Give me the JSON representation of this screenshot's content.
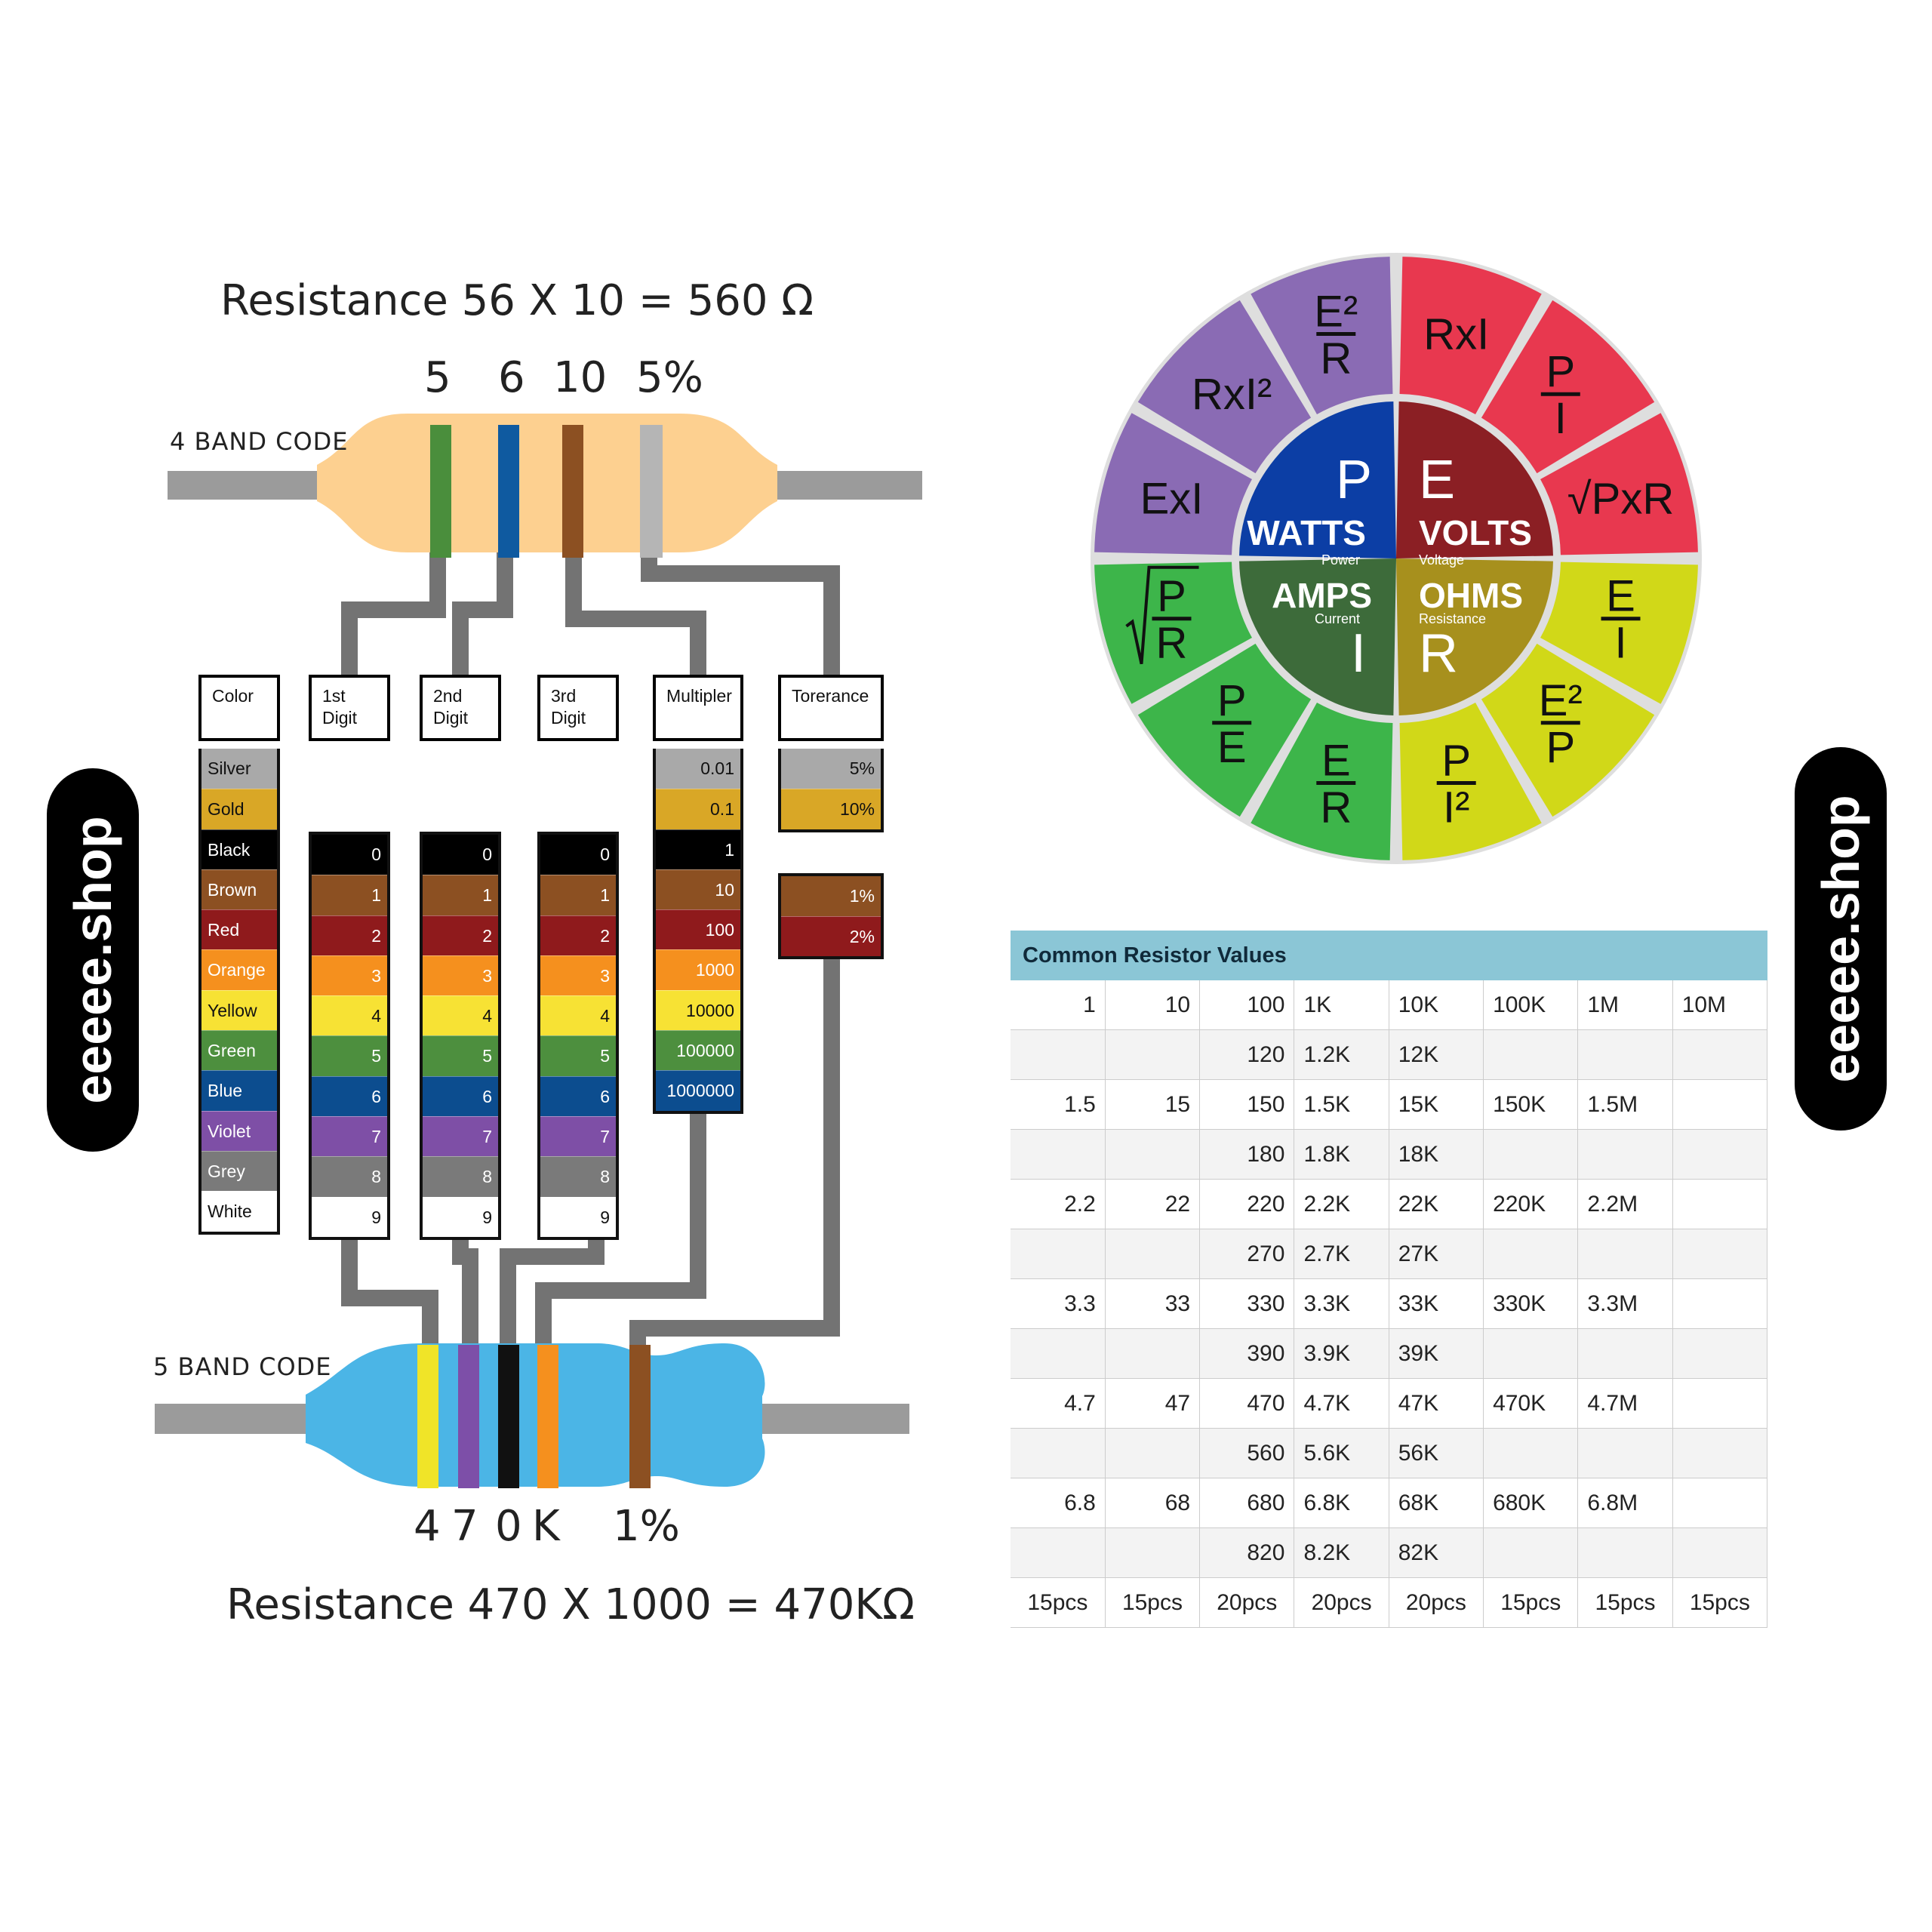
{
  "resistor4": {
    "title": "Resistance 56 X 10 = 560 Ω",
    "code_label": "4 BAND CODE",
    "band_labels": [
      "5",
      "6",
      "10",
      "5%"
    ],
    "body_color": "#fdd090",
    "bands": [
      "#4a8e3c",
      "#0f5aa0",
      "#8c5022",
      "#b5b5b5"
    ]
  },
  "resistor5": {
    "title": "Resistance 470 X 1000 = 470KΩ",
    "code_label": "5 BAND CODE",
    "band_labels": [
      "4",
      "7",
      "0",
      "K",
      "1%"
    ],
    "body_color": "#4bb5e6",
    "bands": [
      "#f0e428",
      "#7d4fa8",
      "#111111",
      "#f5901e",
      "#8c5022"
    ]
  },
  "colors": {
    "silver": "#a9a9a9",
    "gold": "#d9a726",
    "black": "#000000",
    "brown": "#8c5022",
    "red": "#8f1a1c",
    "orange": "#f5901e",
    "yellow": "#f7e234",
    "green": "#4d8f3e",
    "blue": "#0c4d8f",
    "violet": "#7e4fa6",
    "grey": "#7a7a7a",
    "white": "#ffffff"
  },
  "columns": {
    "color": {
      "header": "Color",
      "rows": [
        "Silver",
        "Gold",
        "Black",
        "Brown",
        "Red",
        "Orange",
        "Yellow",
        "Green",
        "Blue",
        "Violet",
        "Grey",
        "White"
      ]
    },
    "digit1": {
      "header": "1st Digit",
      "rows": [
        "0",
        "1",
        "2",
        "3",
        "4",
        "5",
        "6",
        "7",
        "8",
        "9"
      ]
    },
    "digit2": {
      "header": "2nd Digit",
      "rows": [
        "0",
        "1",
        "2",
        "3",
        "4",
        "5",
        "6",
        "7",
        "8",
        "9"
      ]
    },
    "digit3": {
      "header": "3rd Digit",
      "rows": [
        "0",
        "1",
        "2",
        "3",
        "4",
        "5",
        "6",
        "7",
        "8",
        "9"
      ]
    },
    "multiplier": {
      "header": "Multipler",
      "rows": [
        "0.01",
        "0.1",
        "1",
        "10",
        "100",
        "1000",
        "10000",
        "100000",
        "1000000"
      ]
    },
    "tolerance": {
      "header": "Torerance",
      "rows_top": [
        "5%",
        "10%"
      ],
      "rows_bottom": [
        "1%",
        "2%"
      ]
    }
  },
  "brand": "eeeee.shop",
  "ohms_wheel": {
    "center": {
      "p": {
        "letter": "P",
        "name": "WATTS",
        "sub": "Power",
        "color": "#0c3ea5"
      },
      "e": {
        "letter": "E",
        "name": "VOLTS",
        "sub": "Voltage",
        "color": "#8b1f24"
      },
      "i": {
        "letter": "I",
        "name": "AMPS",
        "sub": "Current",
        "color": "#3d6b3a"
      },
      "r": {
        "letter": "R",
        "name": "OHMS",
        "sub": "Resistance",
        "color": "#a7901d"
      }
    },
    "sectors": [
      {
        "formula": "RxI",
        "color": "#e8384f"
      },
      {
        "formula": "P/I",
        "color": "#e8384f"
      },
      {
        "formula": "√PxR",
        "color": "#e8384f"
      },
      {
        "formula": "E/I",
        "color": "#d1d818"
      },
      {
        "formula": "E²/P",
        "color": "#d1d818"
      },
      {
        "formula": "P/I²",
        "color": "#d1d818"
      },
      {
        "formula": "E/R",
        "color": "#3db54a"
      },
      {
        "formula": "P/E",
        "color": "#3db54a"
      },
      {
        "formula": "√P/R",
        "color": "#3db54a"
      },
      {
        "formula": "ExI",
        "color": "#8a6bb4"
      },
      {
        "formula": "RxI²",
        "color": "#8a6bb4"
      },
      {
        "formula": "E²/R",
        "color": "#8a6bb4"
      }
    ]
  },
  "table": {
    "title": "Common Resistor Values",
    "rows": [
      [
        "1",
        "10",
        "100",
        "1K",
        "10K",
        "100K",
        "1M",
        "10M"
      ],
      [
        "",
        "",
        "120",
        "1.2K",
        "12K",
        "",
        "",
        ""
      ],
      [
        "1.5",
        "15",
        "150",
        "1.5K",
        "15K",
        "150K",
        "1.5M",
        ""
      ],
      [
        "",
        "",
        "180",
        "1.8K",
        "18K",
        "",
        "",
        ""
      ],
      [
        "2.2",
        "22",
        "220",
        "2.2K",
        "22K",
        "220K",
        "2.2M",
        ""
      ],
      [
        "",
        "",
        "270",
        "2.7K",
        "27K",
        "",
        "",
        ""
      ],
      [
        "3.3",
        "33",
        "330",
        "3.3K",
        "33K",
        "330K",
        "3.3M",
        ""
      ],
      [
        "",
        "",
        "390",
        "3.9K",
        "39K",
        "",
        "",
        ""
      ],
      [
        "4.7",
        "47",
        "470",
        "4.7K",
        "47K",
        "470K",
        "4.7M",
        ""
      ],
      [
        "",
        "",
        "560",
        "5.6K",
        "56K",
        "",
        "",
        ""
      ],
      [
        "6.8",
        "68",
        "680",
        "6.8K",
        "68K",
        "680K",
        "6.8M",
        ""
      ],
      [
        "",
        "",
        "820",
        "8.2K",
        "82K",
        "",
        "",
        ""
      ]
    ],
    "footer": [
      "15pcs",
      "15pcs",
      "20pcs",
      "20pcs",
      "20pcs",
      "15pcs",
      "15pcs",
      "15pcs"
    ]
  }
}
